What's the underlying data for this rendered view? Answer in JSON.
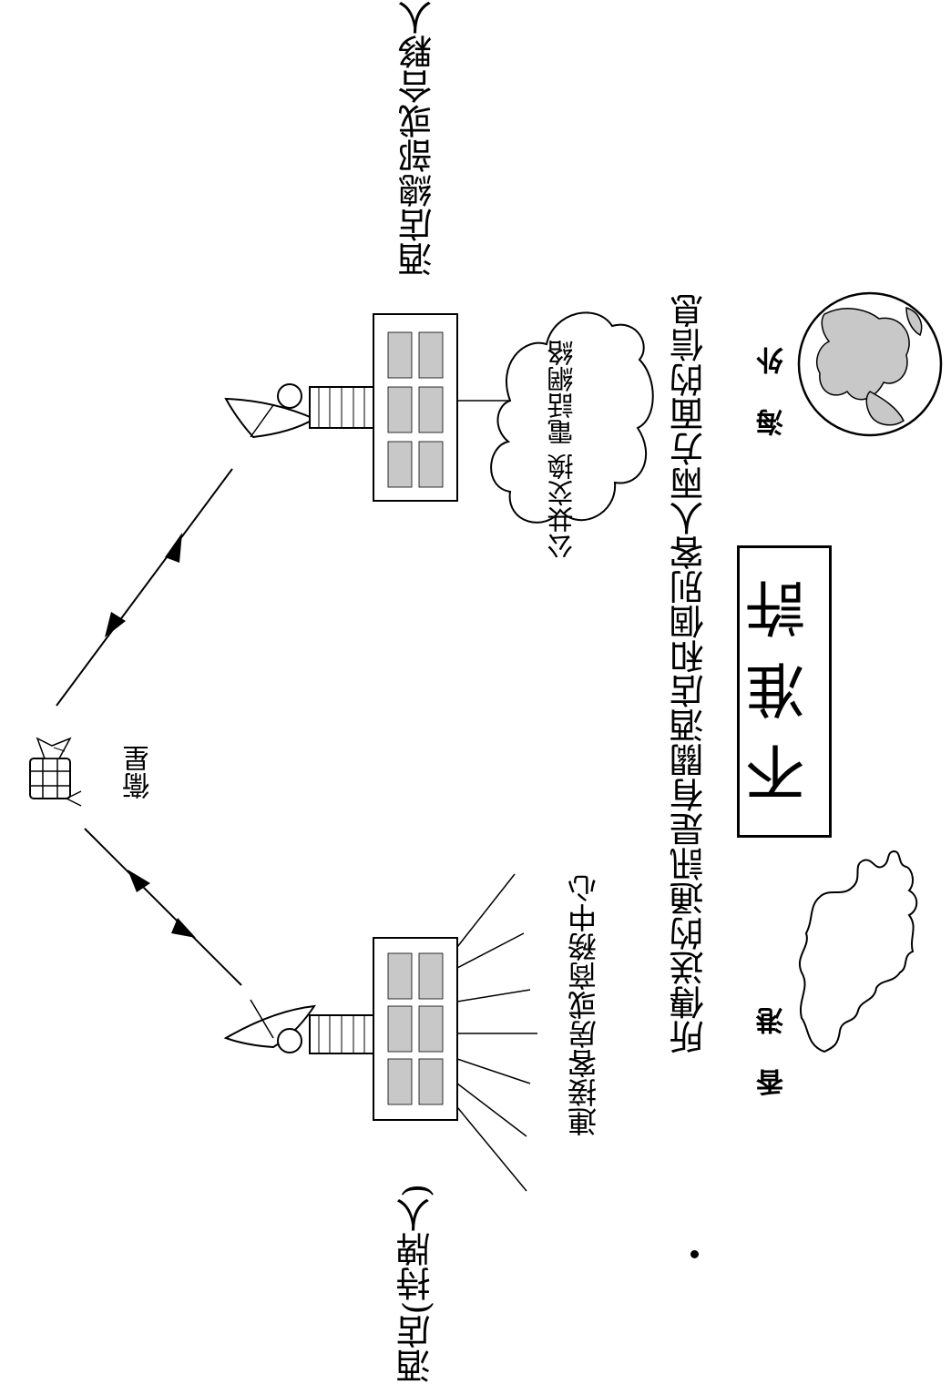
{
  "labels": {
    "hotel_licensee": "酒店(持牌人)",
    "hotel_hq": "酒店總部或合夥人",
    "connect_rooms": "連接客房或商務中心",
    "satellite": "衞星",
    "pstn": [
      "公共交換",
      "電話網絡"
    ],
    "bullet": "所傳送的通訊是有關酒店和個別客人兩方面的信息",
    "hong_kong": "香港",
    "overseas": "海外",
    "notice": "不准許"
  }
}
